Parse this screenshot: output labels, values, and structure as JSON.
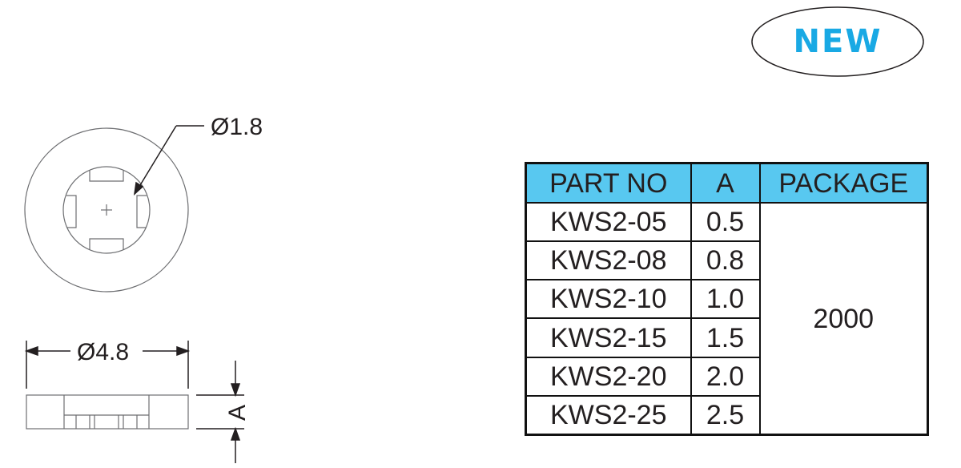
{
  "badge": {
    "label": "NEW"
  },
  "drawing": {
    "inner_diameter_label": "Ø1.8",
    "outer_diameter_label": "Ø4.8",
    "thickness_label": "A"
  },
  "table": {
    "headers": [
      "PART NO",
      "A",
      "PACKAGE"
    ],
    "rows": [
      {
        "part": "KWS2-05",
        "a": "0.5"
      },
      {
        "part": "KWS2-08",
        "a": "0.8"
      },
      {
        "part": "KWS2-10",
        "a": "1.0"
      },
      {
        "part": "KWS2-15",
        "a": "1.5"
      },
      {
        "part": "KWS2-20",
        "a": "2.0"
      },
      {
        "part": "KWS2-25",
        "a": "2.5"
      }
    ],
    "package": "2000"
  },
  "colors": {
    "header_bg": "#58c8f0",
    "badge_text": "#19a9e4",
    "line": "#231f20"
  }
}
